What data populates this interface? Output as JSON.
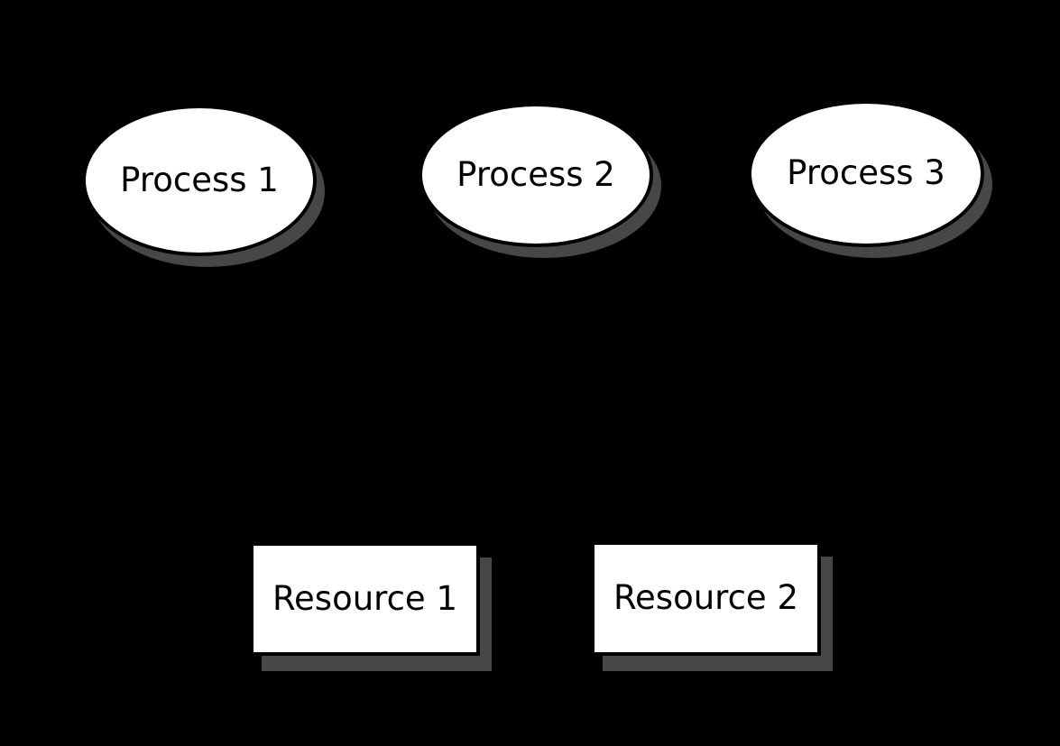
{
  "diagram": {
    "background_color": "#000000",
    "node_fill_color": "#ffffff",
    "node_border_color": "#000000",
    "shadow_color": "#474747",
    "processes": [
      {
        "label": "Process 1",
        "shape": "ellipse"
      },
      {
        "label": "Process 2",
        "shape": "ellipse"
      },
      {
        "label": "Process 3",
        "shape": "ellipse"
      }
    ],
    "resources": [
      {
        "label": "Resource 1",
        "shape": "rectangle"
      },
      {
        "label": "Resource 2",
        "shape": "rectangle"
      }
    ]
  }
}
